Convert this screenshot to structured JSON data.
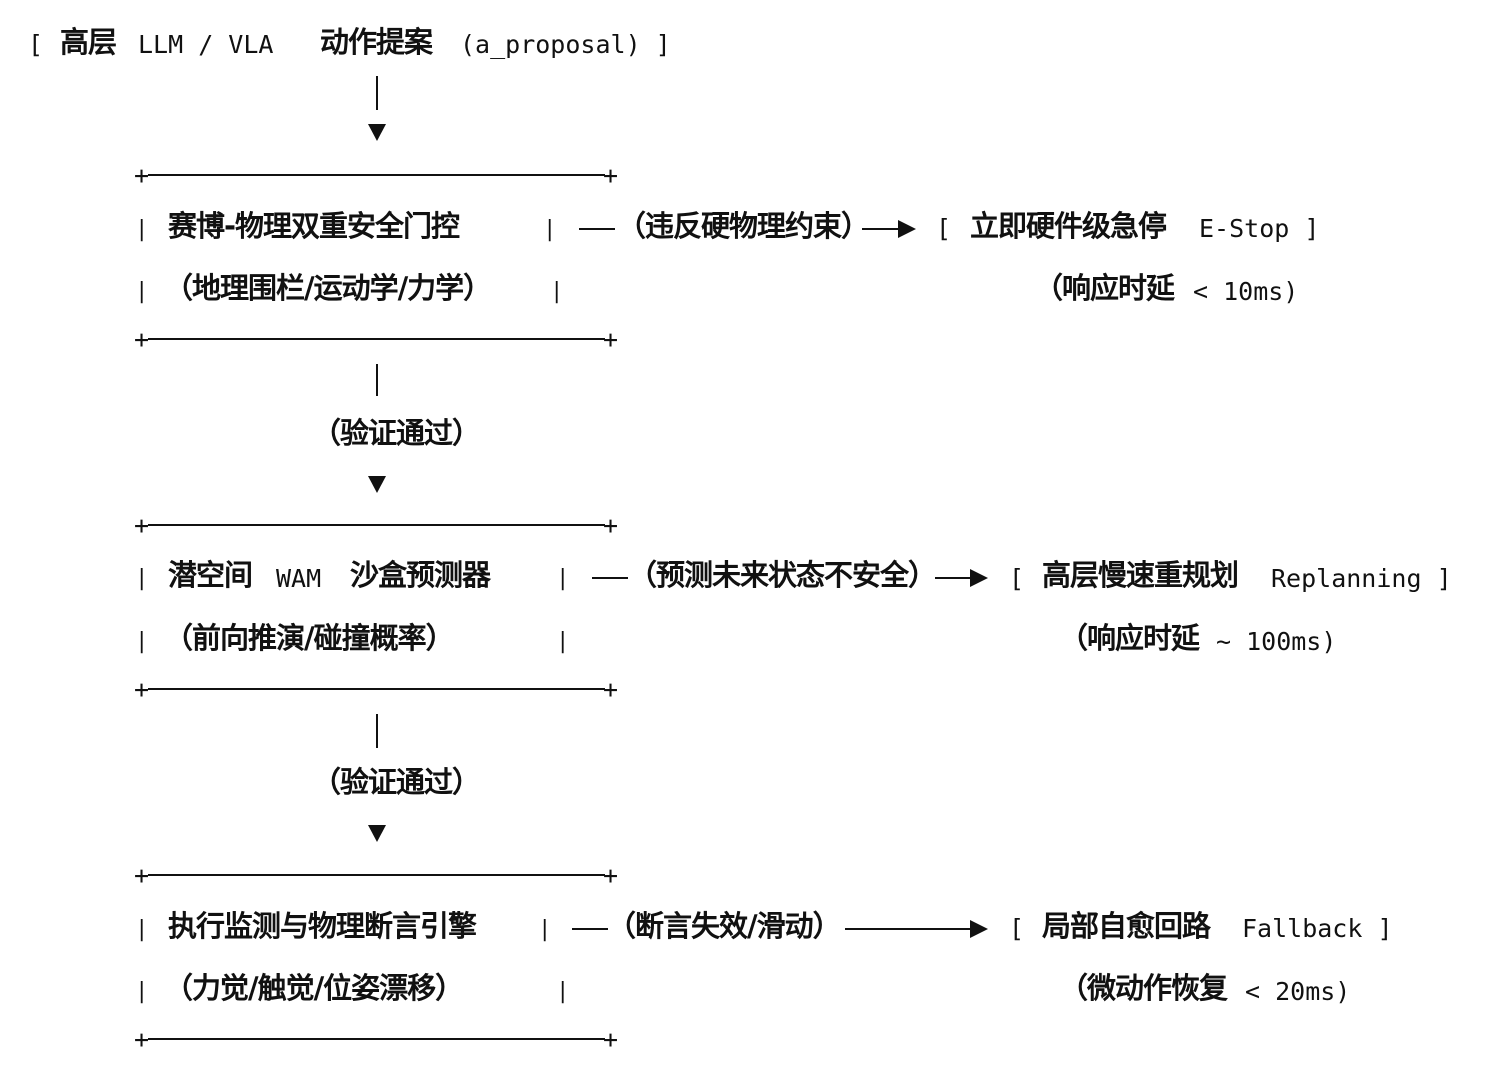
{
  "input": {
    "open": "[",
    "cn1": "高层",
    "en": "LLM / VLA",
    "cn2": "动作提案",
    "code": "(a_proposal) ]"
  },
  "stage1": {
    "title": "赛博-物理双重安全门控",
    "subtitle": "（地理围栏/运动学/力学）",
    "edge_label": "（违反硬物理约束）",
    "target_open": "[",
    "target_cn": "立即硬件级急停",
    "target_en": "E-Stop ]",
    "note_cn": "（响应时延",
    "note_val": "< 10ms)"
  },
  "pass1": "（验证通过）",
  "stage2": {
    "title_cn1": "潜空间",
    "title_en": "WAM",
    "title_cn2": "沙盒预测器",
    "subtitle": "（前向推演/碰撞概率）",
    "edge_label": "（预测未来状态不安全）",
    "target_open": "[",
    "target_cn": "高层慢速重规划",
    "target_en": "Replanning ]",
    "note_cn": "（响应时延",
    "note_val": "~ 100ms)"
  },
  "pass2": "（验证通过）",
  "stage3": {
    "title": "执行监测与物理断言引擎",
    "subtitle": "（力觉/触觉/位姿漂移）",
    "edge_label": "（断言失效/滑动）",
    "target_open": "[",
    "target_cn": "局部自愈回路",
    "target_en": "Fallback ]",
    "note_cn": "（微动作恢复",
    "note_val": "< 20ms)"
  },
  "box_corner": "+",
  "box_side": "|"
}
